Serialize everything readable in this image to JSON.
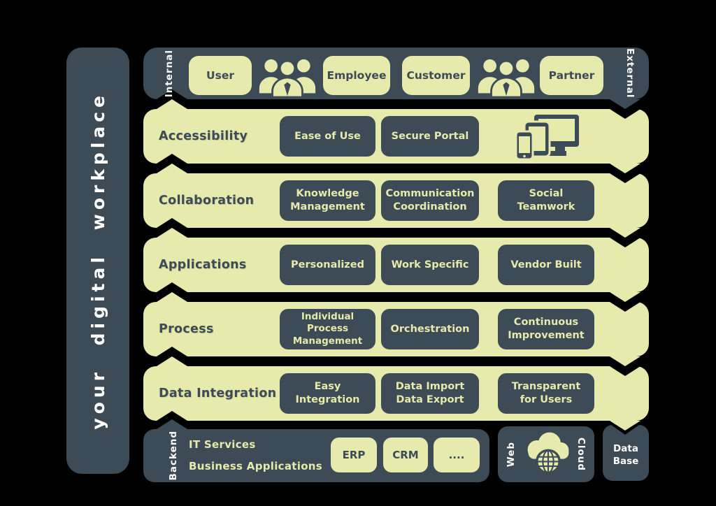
{
  "colors": {
    "dark": "#3C4B55",
    "light": "#E6EAAC",
    "white": "#FFFFFF",
    "background": "#000000"
  },
  "sidebar": {
    "label": "your digital workplace"
  },
  "actors": {
    "internal_label": "Internal",
    "external_label": "External",
    "buttons": [
      "User",
      "Employee",
      "Customer",
      "Partner"
    ],
    "icons": [
      "users-group-icon",
      "users-group-icon"
    ]
  },
  "rows": [
    {
      "label": "Accessibility",
      "buttons": [
        "Ease of Use",
        "Secure Portal"
      ],
      "icon": "devices-icon"
    },
    {
      "label": "Collaboration",
      "buttons": [
        "Knowledge\nManagement",
        "Communication\nCoordination",
        "Social\nTeamwork"
      ]
    },
    {
      "label": "Applications",
      "buttons": [
        "Personalized",
        "Work Specific",
        "Vendor Built"
      ]
    },
    {
      "label": "Process",
      "buttons": [
        "Individual\nProcess\nManagement",
        "Orchestration",
        "Continuous\nImprovement"
      ]
    },
    {
      "label": "Data Integration",
      "buttons": [
        "Easy\nIntegration",
        "Data Import\nData Export",
        "Transparent\nfor Users"
      ]
    }
  ],
  "backend": {
    "side_label": "Backend",
    "line1": "IT Services",
    "line2": "Business Applications",
    "buttons": [
      "ERP",
      "CRM",
      "...."
    ]
  },
  "web_cloud": {
    "left_label": "Web",
    "right_label": "Cloud",
    "icon": "cloud-globe-icon"
  },
  "database": {
    "label": "Data\nBase"
  }
}
